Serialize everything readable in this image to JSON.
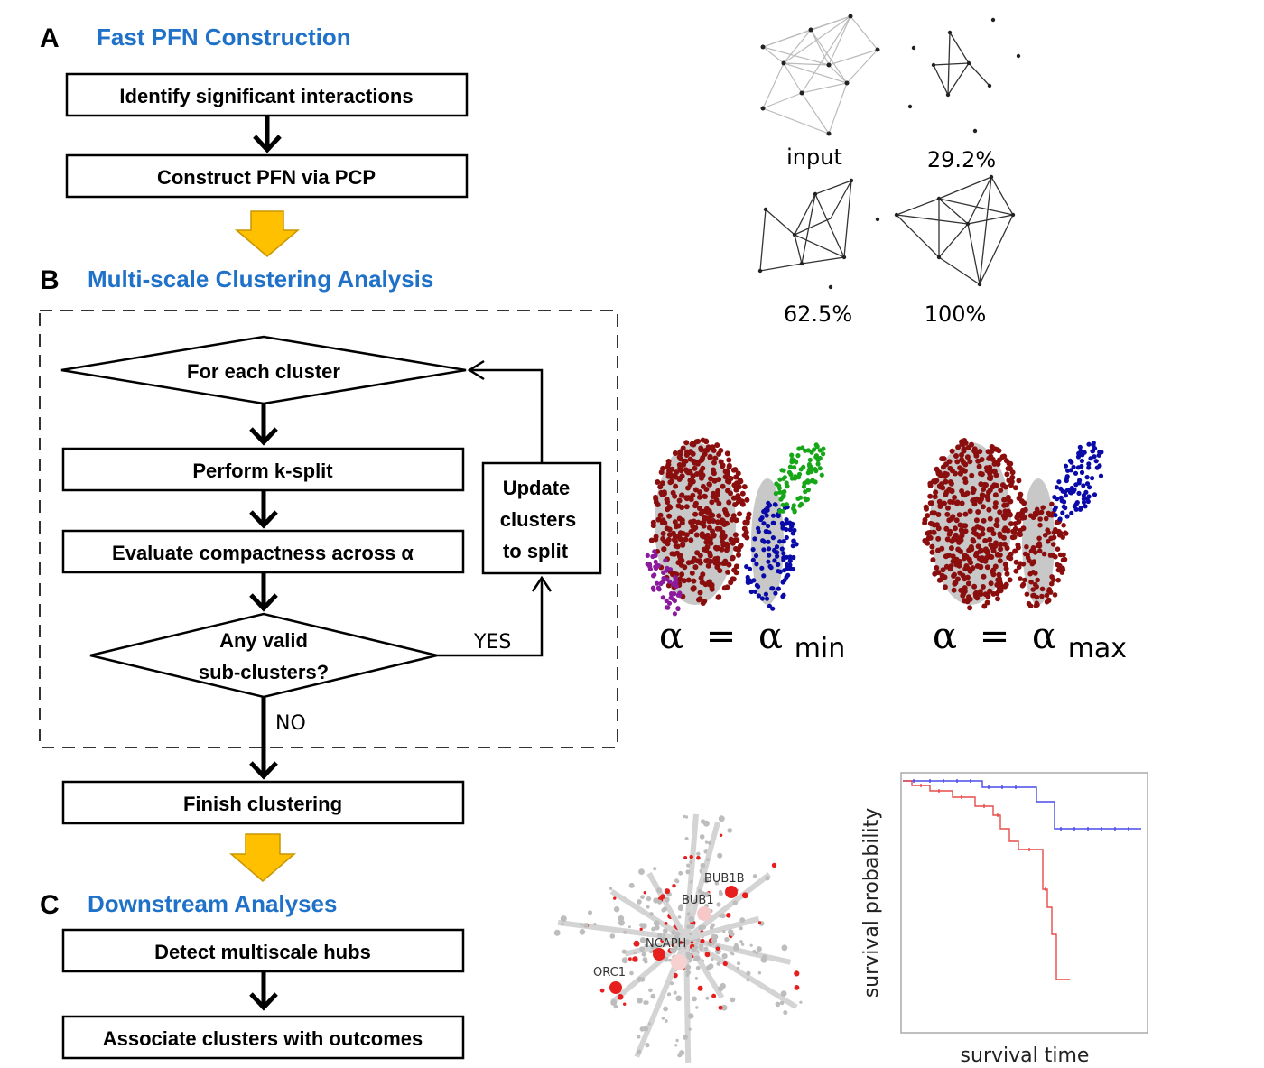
{
  "colors": {
    "title_blue": "#1f72c8",
    "arrow_gold": "#ffc000",
    "dark_red": "#8b0e0e",
    "cluster_blue": "#0a0aa8",
    "cluster_green": "#17a617",
    "cluster_purple": "#8b1a9c",
    "survival_red": "#e84a4a",
    "survival_blue": "#4a4ae8"
  },
  "section_a": {
    "letter": "A",
    "title": "Fast PFN Construction",
    "steps": [
      "Identify significant interactions",
      "Construct PFN via PCP"
    ]
  },
  "section_b": {
    "letter": "B",
    "title": "Multi-scale Clustering Analysis",
    "loop_decision": "For each cluster",
    "split_step": "Perform k-split",
    "evaluate_step": "Evaluate compactness across α",
    "valid_decision": [
      "Any valid",
      "sub-clusters?"
    ],
    "update_box": [
      "Update",
      "clusters",
      "to split"
    ],
    "yes_label": "YES",
    "no_label": "NO",
    "finish_step": "Finish clustering"
  },
  "section_c": {
    "letter": "C",
    "title": "Downstream Analyses",
    "steps": [
      "Detect multiscale hubs",
      "Associate clusters with outcomes"
    ]
  },
  "network_panels": {
    "labels": [
      "input",
      "29.2%",
      "62.5%",
      "100%"
    ]
  },
  "alpha_panels": {
    "left": {
      "symbol": "α",
      "equals": "=",
      "base": "α",
      "sub": "min"
    },
    "right": {
      "symbol": "α",
      "equals": "=",
      "base": "α",
      "sub": "max"
    }
  },
  "hub_network": {
    "gene_labels": [
      "BUB1B",
      "BUB1",
      "NCAPH",
      "ORC1"
    ]
  },
  "survival_plot": {
    "xlabel": "survival time",
    "ylabel": "survival probability"
  }
}
